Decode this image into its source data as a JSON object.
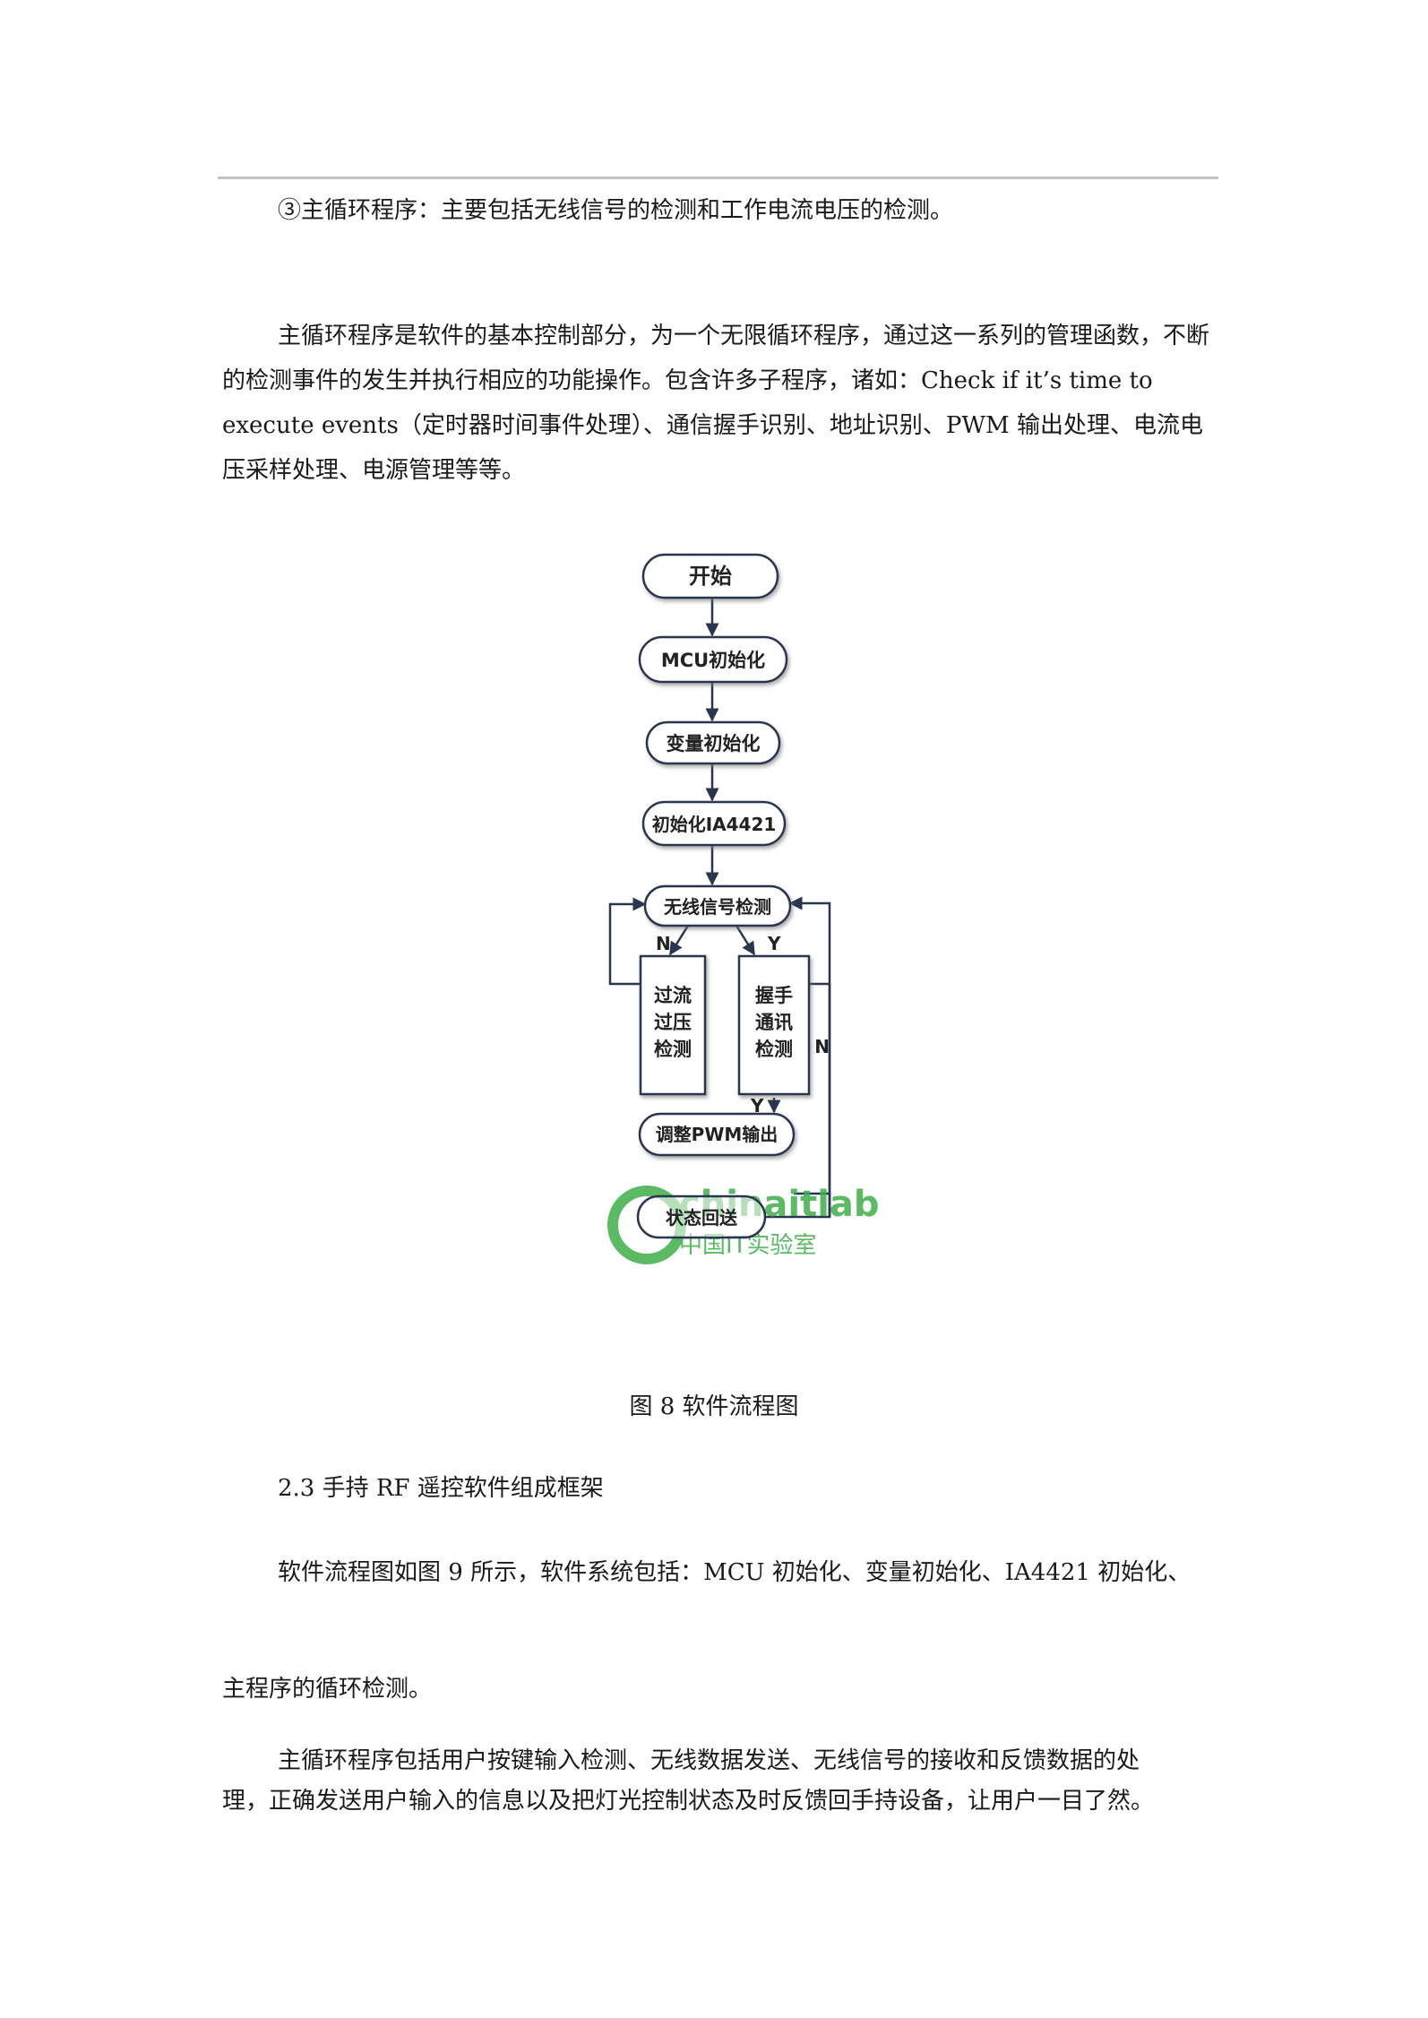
{
  "doc": {
    "p1": "③主循环程序：主要包括无线信号的检测和工作电流电压的检测。",
    "p2": "主循环程序是软件的基本控制部分，为一个无限循环程序，通过这一系列的管理函数，不断的检测事件的发生并执行相应的功能操作。包含许多子程序，诸如：Check if it’s time to execute events（定时器时间事件处理）、通信握手识别、地址识别、PWM 输出处理、电流电压采样处理、电源管理等等。",
    "caption": "图 8   软件流程图",
    "section": "2.3  手持 RF 遥控软件组成框架",
    "p3": "软件流程图如图 9 所示，软件系统包括：MCU 初始化、变量初始化、IA4421 初始化、",
    "p4": "主程序的循环检测。",
    "p5": "主循环程序包括用户按键输入检测、无线数据发送、无线信号的接收和反馈数据的处",
    "p6": "理，正确发送用户输入的信息以及把灯光控制状态及时反馈回手持设备，让用户一目了然。"
  },
  "flowchart": {
    "start": "开始",
    "mcu_init": "MCU初始化",
    "var_init": "变量初始化",
    "ia_init": "初始化IA4421",
    "detect": "无线信号检测",
    "over_line1": "过流",
    "over_line2": "过压",
    "over_line3": "检测",
    "hand_line1": "握手",
    "hand_line2": "通讯",
    "hand_line3": "检测",
    "pwm": "调整PWM输出",
    "feedback": "状态回送",
    "label_n_left": "N",
    "label_y_mid": "Y",
    "label_n_right": "N",
    "label_y_bottom": "Y"
  },
  "watermark": {
    "brand": "chinaitlab",
    "subtitle": "中国IT实验室",
    "color": "#3fae49"
  }
}
